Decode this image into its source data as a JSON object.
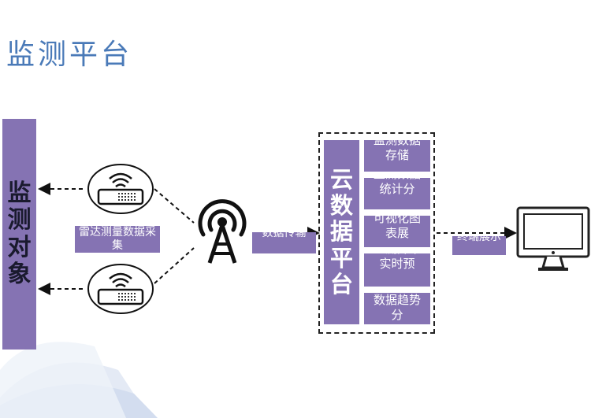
{
  "title": "监测平台",
  "monitor_object": "监测对象",
  "radar_label": "雷达测量数据采集",
  "transfer_label": "数据传输",
  "cloud_platform": "云数据平台",
  "platform_functions": [
    "监测数据存储",
    "监测数据统计分",
    "可视化图表展",
    "监测异常实时预",
    "数据趋势分"
  ],
  "terminal_label": "终端展示",
  "colors": {
    "accent": "#8573b3",
    "title": "#4a7ab8"
  }
}
